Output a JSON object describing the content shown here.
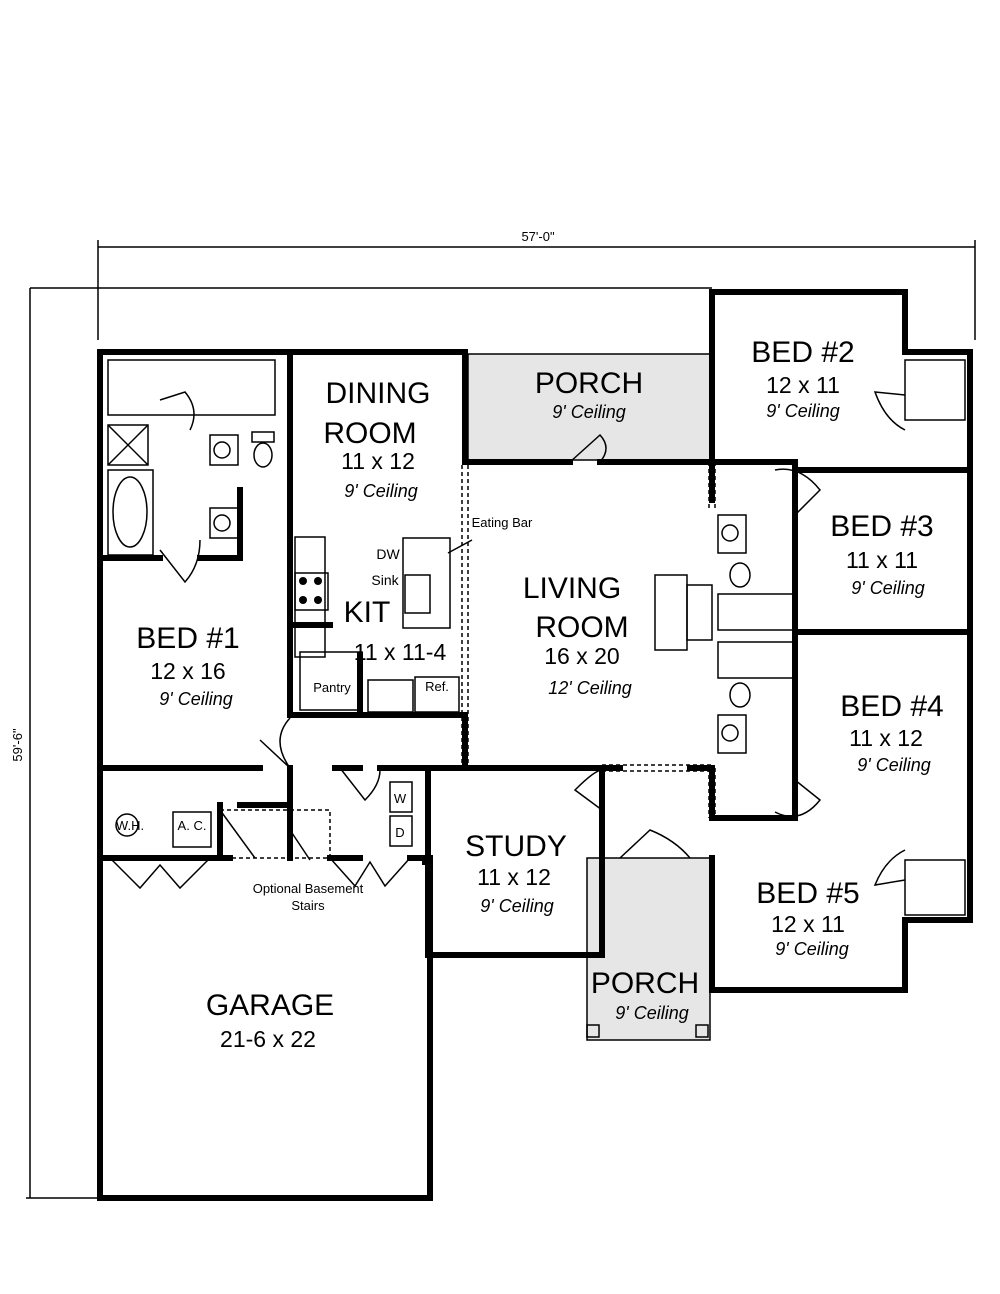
{
  "dimensions": {
    "width": "57'-0\"",
    "depth": "59'-6\""
  },
  "rooms": {
    "bed2": {
      "name": "BED #2",
      "size": "12 x 11",
      "ceiling": "9' Ceiling"
    },
    "bed3": {
      "name": "BED #3",
      "size": "11 x 11",
      "ceiling": "9' Ceiling"
    },
    "bed4": {
      "name": "BED #4",
      "size": "11 x 12",
      "ceiling": "9' Ceiling"
    },
    "bed5": {
      "name": "BED #5",
      "size": "12 x 11",
      "ceiling": "9' Ceiling"
    },
    "bed1": {
      "name": "BED #1",
      "size": "12 x 16",
      "ceiling": "9' Ceiling"
    },
    "dining": {
      "name1": "DINING",
      "name2": "ROOM",
      "size": "11 x 12",
      "ceiling": "9' Ceiling"
    },
    "kitchen": {
      "name": "KIT",
      "size": "11 x 11-4"
    },
    "living": {
      "name1": "LIVING",
      "name2": "ROOM",
      "size": "16 x 20",
      "ceiling": "12' Ceiling"
    },
    "porch_rear": {
      "name": "PORCH",
      "ceiling": "9' Ceiling"
    },
    "porch_front": {
      "name": "PORCH",
      "ceiling": "9' Ceiling"
    },
    "study": {
      "name": "STUDY",
      "size": "11 x 12",
      "ceiling": "9' Ceiling"
    },
    "garage": {
      "name": "GARAGE",
      "size": "21-6 x 22"
    }
  },
  "fixtures": {
    "eating_bar": "Eating Bar",
    "dishwasher": "DW",
    "sink": "Sink",
    "pantry": "Pantry",
    "refrigerator": "Ref.",
    "washer": "W",
    "dryer": "D",
    "water_heater": "W.H.",
    "ac": "A. C.",
    "basement_stairs_1": "Optional Basement",
    "basement_stairs_2": "Stairs"
  },
  "colors": {
    "wall": "#000000",
    "porch_fill": "#e6e6e6",
    "background": "#ffffff"
  }
}
